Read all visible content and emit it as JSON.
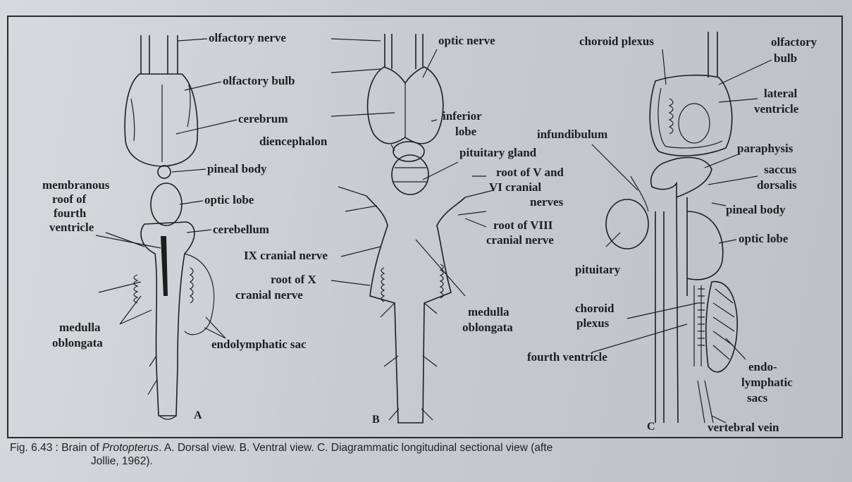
{
  "panels": {
    "A": {
      "letter": "A",
      "labels": {
        "olfactory_nerve": "olfactory nerve",
        "olfactory_bulb": "olfactory bulb",
        "cerebrum": "cerebrum",
        "pineal_body": "pineal body",
        "membranous_roof_1": "membranous",
        "membranous_roof_2": "roof of",
        "membranous_roof_3": "fourth",
        "membranous_roof_4": "ventricle",
        "optic_lobe": "optic lobe",
        "cerebellum": "cerebellum",
        "medulla_1": "medulla",
        "medulla_2": "oblongata",
        "endolymphatic_sac": "endolymphatic sac"
      }
    },
    "B": {
      "letter": "B",
      "labels": {
        "optic_nerve": "optic nerve",
        "inferior_1": "inferior",
        "inferior_2": "lobe",
        "diencephalon": "diencephalon",
        "pituitary_gland": "pituitary gland",
        "root_v_1": "root of V and",
        "root_v_2": "VI cranial",
        "root_v_3": "nerves",
        "root_viii_1": "root of VIII",
        "root_viii_2": "cranial nerve",
        "ix_nerve": "IX cranial nerve",
        "root_x_1": "root of X",
        "root_x_2": "cranial nerve",
        "medulla_1": "medulla",
        "medulla_2": "oblongata"
      }
    },
    "C": {
      "letter": "C",
      "labels": {
        "choroid_plexus_top": "choroid plexus",
        "olfactory_1": "olfactory",
        "olfactory_2": "bulb",
        "lateral_1": "lateral",
        "lateral_2": "ventricle",
        "infundibulum": "infundibulum",
        "paraphysis": "paraphysis",
        "saccus_1": "saccus",
        "saccus_2": "dorsalis",
        "pineal_body": "pineal body",
        "optic_lobe": "optic lobe",
        "pituitary": "pituitary",
        "choroid_1": "choroid",
        "choroid_2": "plexus",
        "fourth_ventricle": "fourth ventricle",
        "endo_1": "endo-",
        "endo_2": "lymphatic",
        "endo_3": "sacs",
        "vertebral_vein": "vertebral vein"
      }
    }
  },
  "caption": {
    "prefix": "Fig. 6.43 : Brain of ",
    "genus": "Protopterus",
    "rest": ". A. Dorsal view. B. Ventral view. C. Diagrammatic longitudinal sectional view (afte",
    "line2": "Jollie, 1962)."
  }
}
